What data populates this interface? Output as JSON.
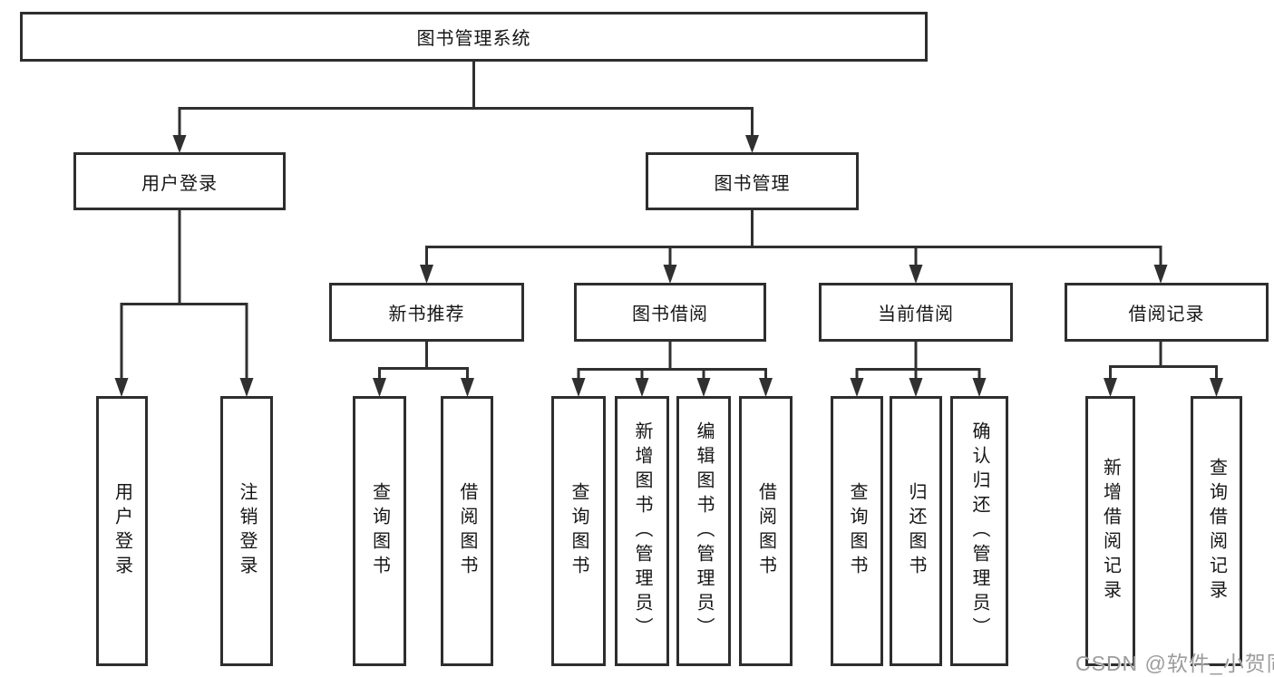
{
  "diagram_type": "function-hierarchy-tree",
  "colors": {
    "line": "#303030",
    "box_border": "#2e2e2e",
    "text": "#161616",
    "background": "#ffffff",
    "watermark": "#9c9c9c"
  },
  "tree": {
    "label": "图书管理系统",
    "children": [
      {
        "label": "用户登录",
        "children": [
          {
            "label": "用户登录"
          },
          {
            "label": "注销登录"
          }
        ]
      },
      {
        "label": "图书管理",
        "children": [
          {
            "label": "新书推荐",
            "children": [
              {
                "label": "查询图书"
              },
              {
                "label": "借阅图书"
              }
            ]
          },
          {
            "label": "图书借阅",
            "children": [
              {
                "label": "查询图书"
              },
              {
                "label": "新增图书（管理员）"
              },
              {
                "label": "编辑图书（管理员）"
              },
              {
                "label": "借阅图书"
              }
            ]
          },
          {
            "label": "当前借阅",
            "children": [
              {
                "label": "查询图书"
              },
              {
                "label": "归还图书"
              },
              {
                "label": "确认归还（管理员）"
              }
            ]
          },
          {
            "label": "借阅记录",
            "children": [
              {
                "label": "新增借阅记录"
              },
              {
                "label": "查询借阅记录"
              }
            ]
          }
        ]
      }
    ]
  },
  "watermark": "CSDN @软件_小贺同学"
}
